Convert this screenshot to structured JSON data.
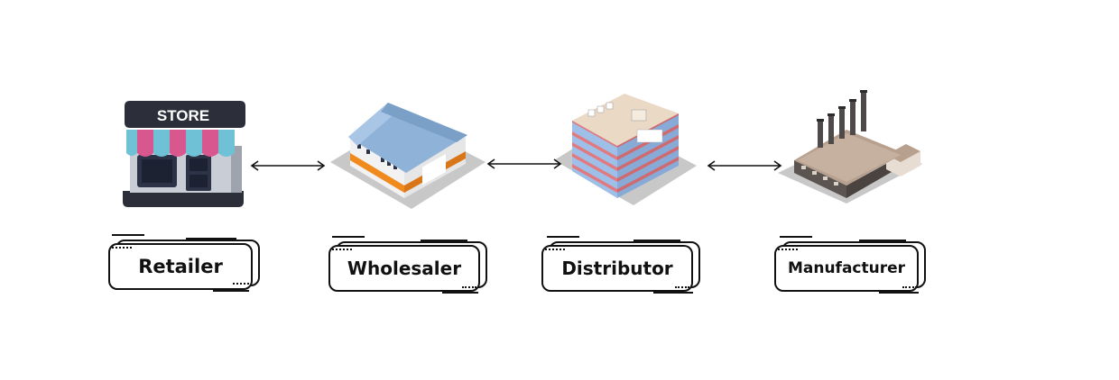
{
  "diagram": {
    "nodes": [
      {
        "id": "retailer",
        "label": "Retailer",
        "icon": "store-icon",
        "sign": "STORE"
      },
      {
        "id": "wholesaler",
        "label": "Wholesaler",
        "icon": "warehouse-icon"
      },
      {
        "id": "distributor",
        "label": "Distributor",
        "icon": "office-building-icon"
      },
      {
        "id": "manufacturer",
        "label": "Manufacturer",
        "icon": "factory-icon"
      }
    ],
    "connectors": [
      {
        "from": "retailer",
        "to": "wholesaler",
        "style": "double-arrow"
      },
      {
        "from": "wholesaler",
        "to": "distributor",
        "style": "double-arrow"
      },
      {
        "from": "distributor",
        "to": "manufacturer",
        "style": "double-arrow"
      }
    ],
    "colors": {
      "ink": "#111111",
      "awning_pink": "#d9578f",
      "awning_blue": "#6fc1d6",
      "warehouse_roof": "#8fb3d8",
      "warehouse_stripe": "#f08a1c",
      "building_blue": "#9ec0e8",
      "building_red": "#e07a80",
      "factory_roof": "#b8a08f",
      "ground": "#c8c8c8"
    }
  }
}
